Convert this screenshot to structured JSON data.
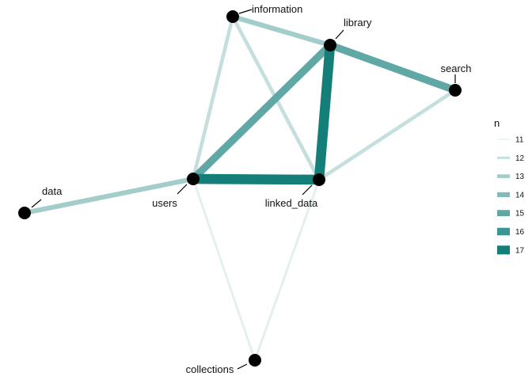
{
  "nodes": [
    {
      "id": "information",
      "label": "information"
    },
    {
      "id": "library",
      "label": "library"
    },
    {
      "id": "search",
      "label": "search"
    },
    {
      "id": "users",
      "label": "users"
    },
    {
      "id": "linked_data",
      "label": "linked_data"
    },
    {
      "id": "data",
      "label": "data"
    },
    {
      "id": "collections",
      "label": "collections"
    }
  ],
  "edges": [
    {
      "source": "users",
      "target": "collections",
      "n": 11
    },
    {
      "source": "linked_data",
      "target": "collections",
      "n": 11
    },
    {
      "source": "information",
      "target": "users",
      "n": 12
    },
    {
      "source": "information",
      "target": "linked_data",
      "n": 12
    },
    {
      "source": "linked_data",
      "target": "search",
      "n": 12
    },
    {
      "source": "information",
      "target": "library",
      "n": 13
    },
    {
      "source": "users",
      "target": "data",
      "n": 13
    },
    {
      "source": "library",
      "target": "search",
      "n": 15
    },
    {
      "source": "users",
      "target": "library",
      "n": 15
    },
    {
      "source": "users",
      "target": "linked_data",
      "n": 17
    },
    {
      "source": "library",
      "target": "linked_data",
      "n": 17
    }
  ],
  "legend": {
    "title": "n",
    "levels": [
      {
        "value": "11",
        "color": "#e3f0ef"
      },
      {
        "value": "12",
        "color": "#c4dfdd"
      },
      {
        "value": "13",
        "color": "#a3cdca"
      },
      {
        "value": "14",
        "color": "#84bbb8"
      },
      {
        "value": "15",
        "color": "#5fa8a5"
      },
      {
        "value": "16",
        "color": "#3a9692"
      },
      {
        "value": "17",
        "color": "#147e79"
      }
    ]
  },
  "node_color": "#000000"
}
